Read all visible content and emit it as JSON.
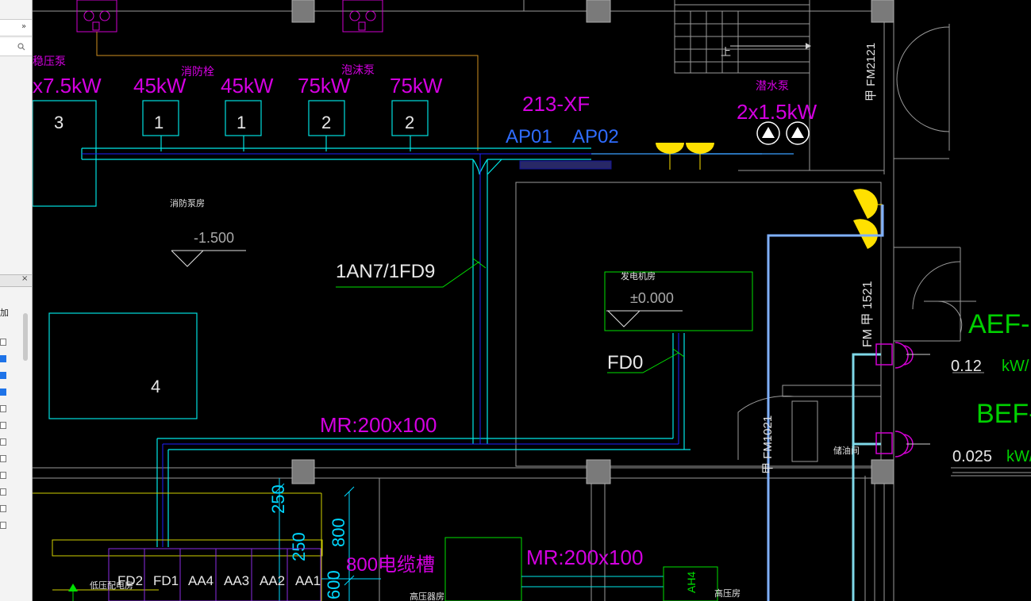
{
  "panel": {
    "collapse_glyph": "»",
    "close_glyph": "×",
    "partial_label": "加",
    "checkboxes": [
      false,
      true,
      true,
      true,
      false,
      false,
      false,
      false,
      false,
      false,
      false,
      false
    ]
  },
  "drawing": {
    "room_pump": "消防泵房",
    "level_pump": "-1.500",
    "room_gen": "发电机房",
    "level_gen": "±0.000",
    "cable_1": "1AN7/1FD9",
    "cable_2": "FD0",
    "tray_1": "MR:200x100",
    "tray_2": "MR:200x100",
    "label_213xf": "213-XF",
    "ap01": "AP01",
    "ap02": "AP02",
    "pumps": [
      {
        "name": "稳压泵",
        "power": "x7.5kW",
        "num": "3"
      },
      {
        "name": "消防栓",
        "power": "45kW",
        "num": "1"
      },
      {
        "power": "45kW",
        "num": "1"
      },
      {
        "name": "泡沫泵",
        "power": "75kW",
        "num": "2"
      },
      {
        "power": "75kW",
        "num": "2"
      }
    ],
    "box4_num": "4",
    "sump_name": "潜水泵",
    "sump_power": "2x1.5kW",
    "up_label": "上",
    "door_fm2121": "甲 FM2121",
    "door_fm1521": "FM 甲 1521",
    "door_fm1021": "甲 FM1021",
    "oil_room": "储油间",
    "aef_label": "AEF-",
    "aef_value": "0.12",
    "aef_unit": "kW/",
    "bef_label": "BEF-",
    "bef_value": "0.025",
    "bef_unit": "kW/",
    "dim_250a": "250",
    "dim_800": "800",
    "dim_250b": "250",
    "dim_600": "600",
    "trench": "800电缆槽",
    "panels": [
      "FD2",
      "FD1",
      "AA4",
      "AA3",
      "AA2",
      "AA1"
    ],
    "room_lv": "低压配电房",
    "room_hv": "高压器房",
    "room_3": "高压房",
    "ah4": "AH4"
  },
  "colors": {
    "magenta": "#d300e0",
    "cyan": "#00f0f0",
    "green": "#00e000",
    "blue": "#2020ff",
    "yellow": "#ffff00",
    "white": "#e8e8e8",
    "gray": "#808080"
  }
}
